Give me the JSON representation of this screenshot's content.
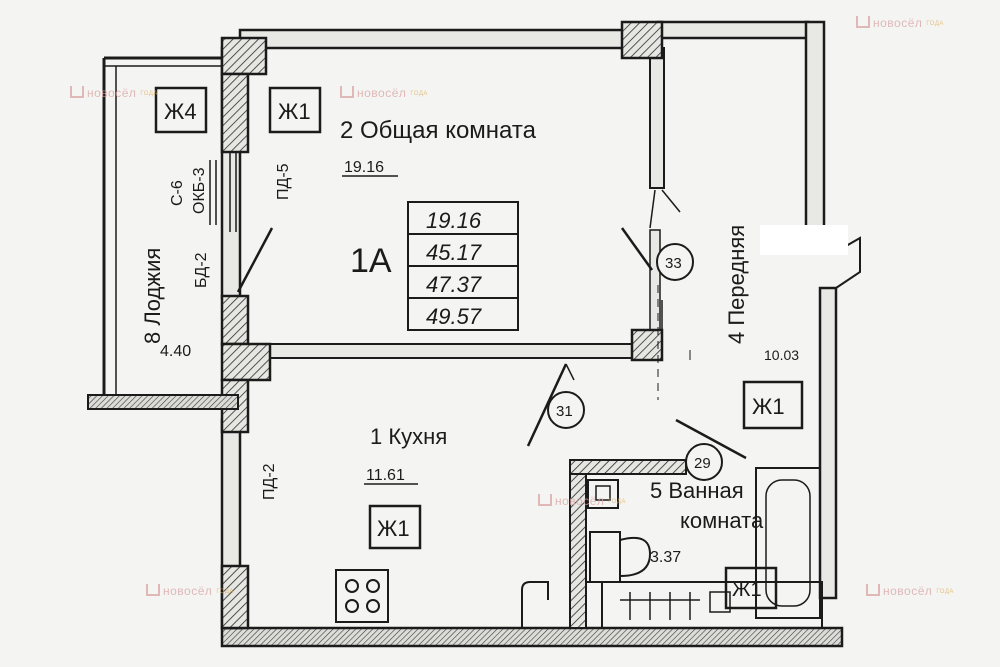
{
  "rooms": {
    "living": {
      "label": "2  Общая комната",
      "area": "19.16"
    },
    "kitchen": {
      "label": "1  Кухня",
      "area": "11.61"
    },
    "loggia": {
      "label": "8  Лоджия",
      "area": "4.40"
    },
    "hall": {
      "label": "4  Передняя",
      "area": "10.03"
    },
    "bath": {
      "line1": "5  Ванная",
      "line2": "комната",
      "area": "3.37"
    }
  },
  "apartment": {
    "type": "1А",
    "areas": [
      "19.16",
      "45.17",
      "47.37",
      "49.57"
    ]
  },
  "marks": {
    "zh4": "Ж4",
    "zh1_living": "Ж1",
    "zh1_kitchen": "Ж1",
    "zh1_hall": "Ж1",
    "zh_bath": "Ж1",
    "c6": "С-6",
    "okb3": "ОКБ-3",
    "bd2": "БД-2",
    "pd5": "ПД-5",
    "pd2": "ПД-2"
  },
  "door_numbers": {
    "d33": "33",
    "d31": "31",
    "d29": "29"
  },
  "watermark": {
    "text": "новосёл",
    "badge": "ГОДА"
  },
  "colors": {
    "ink": "#1b1b1b",
    "paper": "#f4f4f2",
    "watermark": "#d8a4a4"
  }
}
